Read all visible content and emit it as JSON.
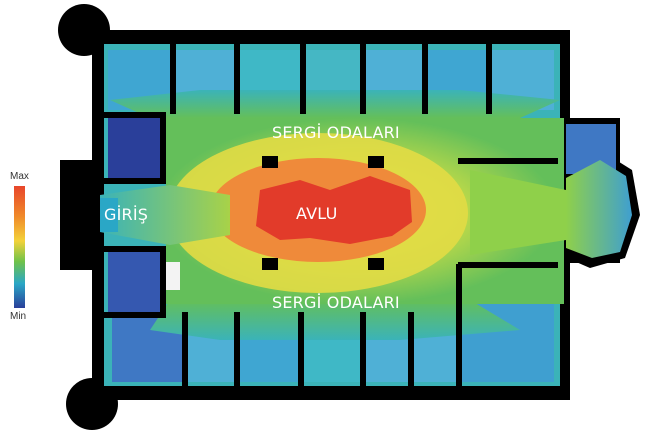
{
  "legend": {
    "max_label": "Max",
    "min_label": "Min",
    "gradient_colors": [
      "#e8462b",
      "#f08a2a",
      "#f3d23a",
      "#6fc24a",
      "#2aa7c6",
      "#2a3f9a"
    ]
  },
  "plan_labels": {
    "entrance": "GİRİŞ",
    "courtyard": "AVLU",
    "exhibition_rooms_top": "SERGİ ODALARI",
    "exhibition_rooms_bottom": "SERGİ ODALARI"
  },
  "colors": {
    "wall": "#000000",
    "max_red": "#e23b2a",
    "orange": "#ef8a3a",
    "yellow": "#e9df3f",
    "light_green": "#a8d248",
    "green": "#64bf5a",
    "teal": "#3bb3b8",
    "cyan": "#4fb0d6",
    "blue": "#3f78c4",
    "dark_blue": "#2a3f9a"
  }
}
